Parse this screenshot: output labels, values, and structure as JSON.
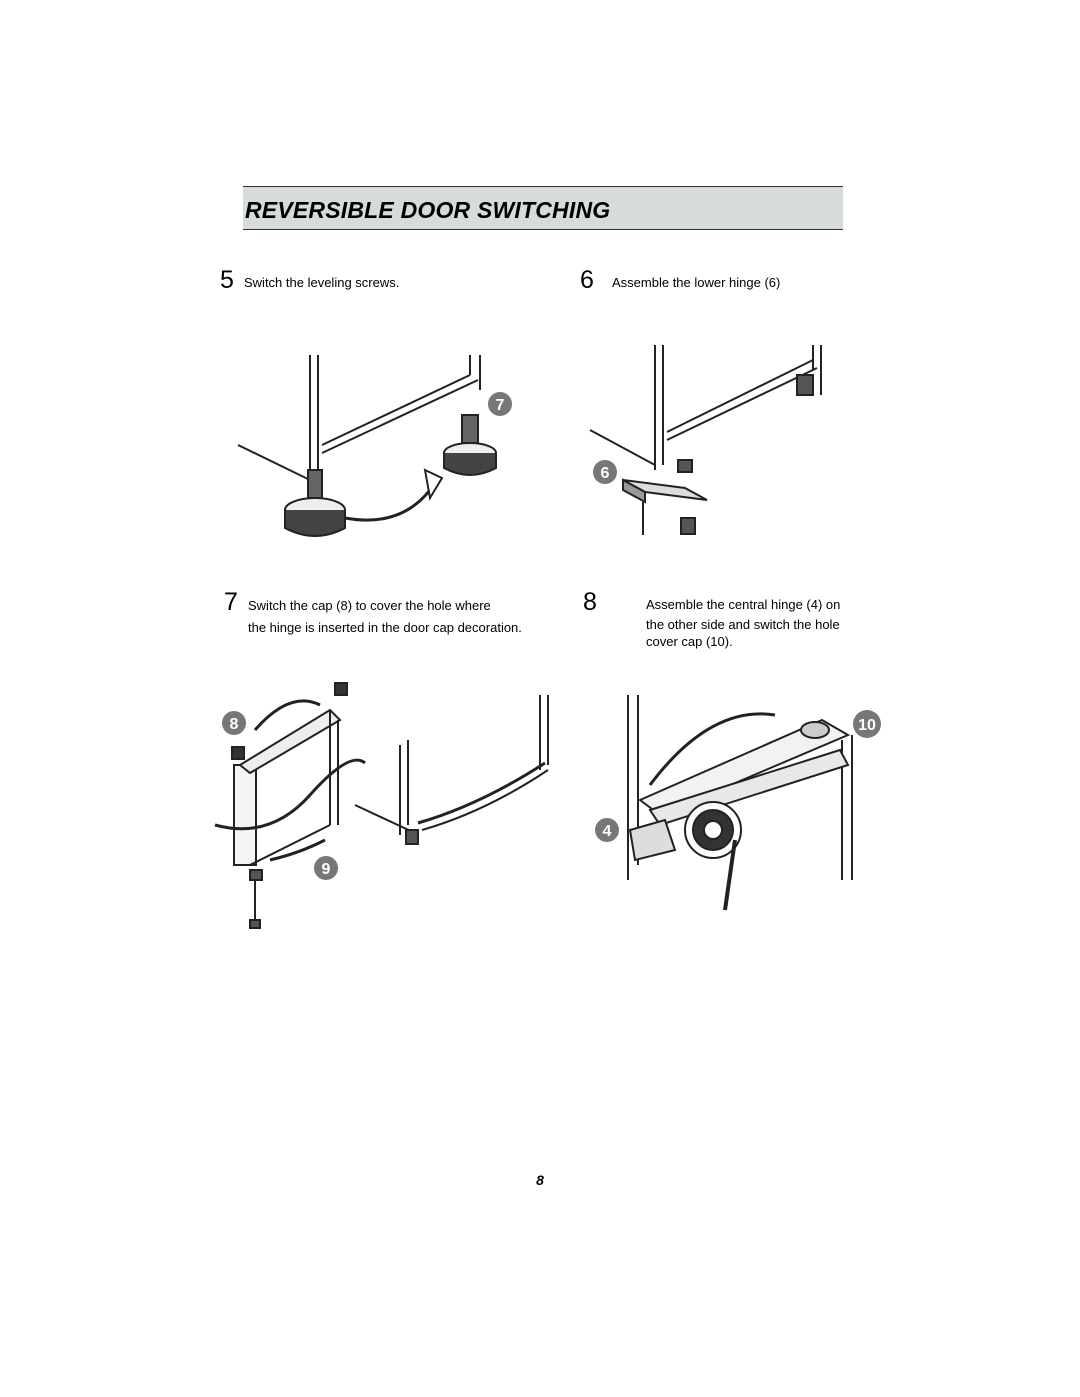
{
  "title": "REVERSIBLE DOOR SWITCHING",
  "steps": [
    {
      "number": "5",
      "lines": [
        "Switch the leveling screws."
      ]
    },
    {
      "number": "6",
      "lines": [
        "Assemble the lower hinge (6)"
      ]
    },
    {
      "number": "7",
      "lines": [
        "Switch the cap (8) to cover the hole where",
        "the hinge is inserted in the door cap decoration."
      ]
    },
    {
      "number": "8",
      "lines": [
        "Assemble the central hinge (4) on",
        "the other side  and switch the hole",
        "cover cap (10)."
      ]
    }
  ],
  "callouts": {
    "fig5": "7",
    "fig6": "6",
    "fig7a": "8",
    "fig7b": "9",
    "fig8a": "10",
    "fig8b": "4"
  },
  "page_number": "8"
}
